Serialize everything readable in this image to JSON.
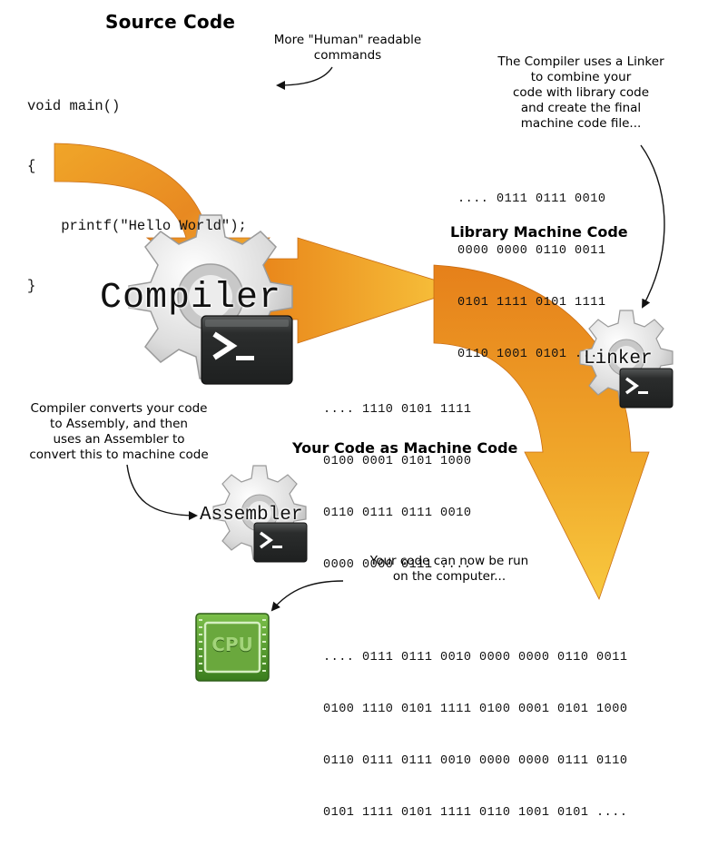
{
  "colors": {
    "arrow_light": "#f7c23a",
    "arrow_dark": "#e67f12",
    "gear_light": "#f2f2f2",
    "gear_dark": "#b9b9b9",
    "terminal_bg": "#2d2f2f",
    "cpu_green": "#4d9b2a"
  },
  "icons": [
    "gear-icon",
    "terminal-icon",
    "cpu-icon"
  ],
  "source": {
    "title": "Source Code",
    "lines": [
      "void main()",
      "{",
      "    printf(\"Hello World\");",
      "}"
    ]
  },
  "notes": {
    "human": [
      "More \"Human\" readable",
      "commands"
    ],
    "linker": [
      "The Compiler uses a Linker",
      "to combine your",
      "code with library code",
      "and create the final",
      "machine code file..."
    ],
    "assembly": [
      "Compiler converts your code",
      "to Assembly, and then",
      "uses an Assembler to",
      "convert this to machine code"
    ],
    "run": [
      "Your code can now be run",
      "on the computer..."
    ]
  },
  "library": {
    "lines": [
      ".... 0111 0111 0010",
      "0000 0000 0110 0011",
      "0101 1111 0101 1111",
      "0110 1001 0101 ...."
    ],
    "caption": "Library Machine Code"
  },
  "yourcode": {
    "lines": [
      ".... 1110 0101 1111",
      "0100 0001 0101 1000",
      "0110 0111 0111 0010",
      "0000 0000 0111 ...."
    ],
    "caption": "Your Code as Machine Code"
  },
  "final": {
    "lines": [
      ".... 0111 0111 0010 0000 0000 0110 0011",
      "0100 1110 0101 1111 0100 0001 0101 1000",
      "0110 0111 0111 0010 0000 0000 0111 0110",
      "0101 1111 0101 1111 0110 1001 0101 ...."
    ]
  },
  "tools": {
    "compiler": "Compiler",
    "linker": "Linker",
    "assembler": "Assembler",
    "cpu": "CPU"
  }
}
